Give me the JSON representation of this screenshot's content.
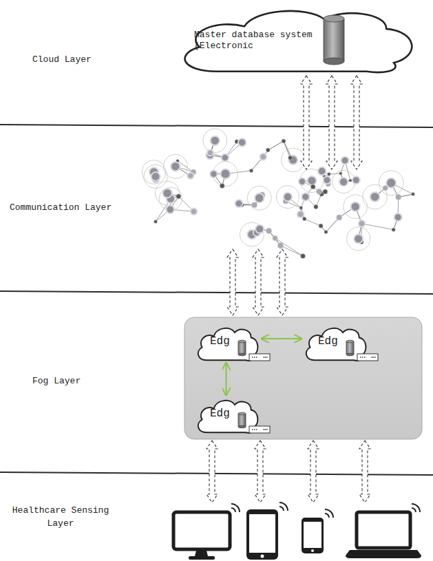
{
  "diagram": {
    "nodes": [
      {
        "text": [
          "Master database system (Electronic"
        ]
      },
      {
        "text": [
          "Edg"
        ]
      },
      {
        "text": [
          "Edg"
        ]
      },
      {
        "text": [
          "Edg"
        ]
      }
    ],
    "edges": [
      {
        "from": 1,
        "to": 2,
        "arrow": "both"
      },
      {
        "from": 1,
        "to": 3,
        "arrow": "both"
      }
    ],
    "labels": [
      "Cloud Layer",
      "Communication Layer",
      "Fog Layer",
      "Healthcare Sensing Layer"
    ]
  }
}
